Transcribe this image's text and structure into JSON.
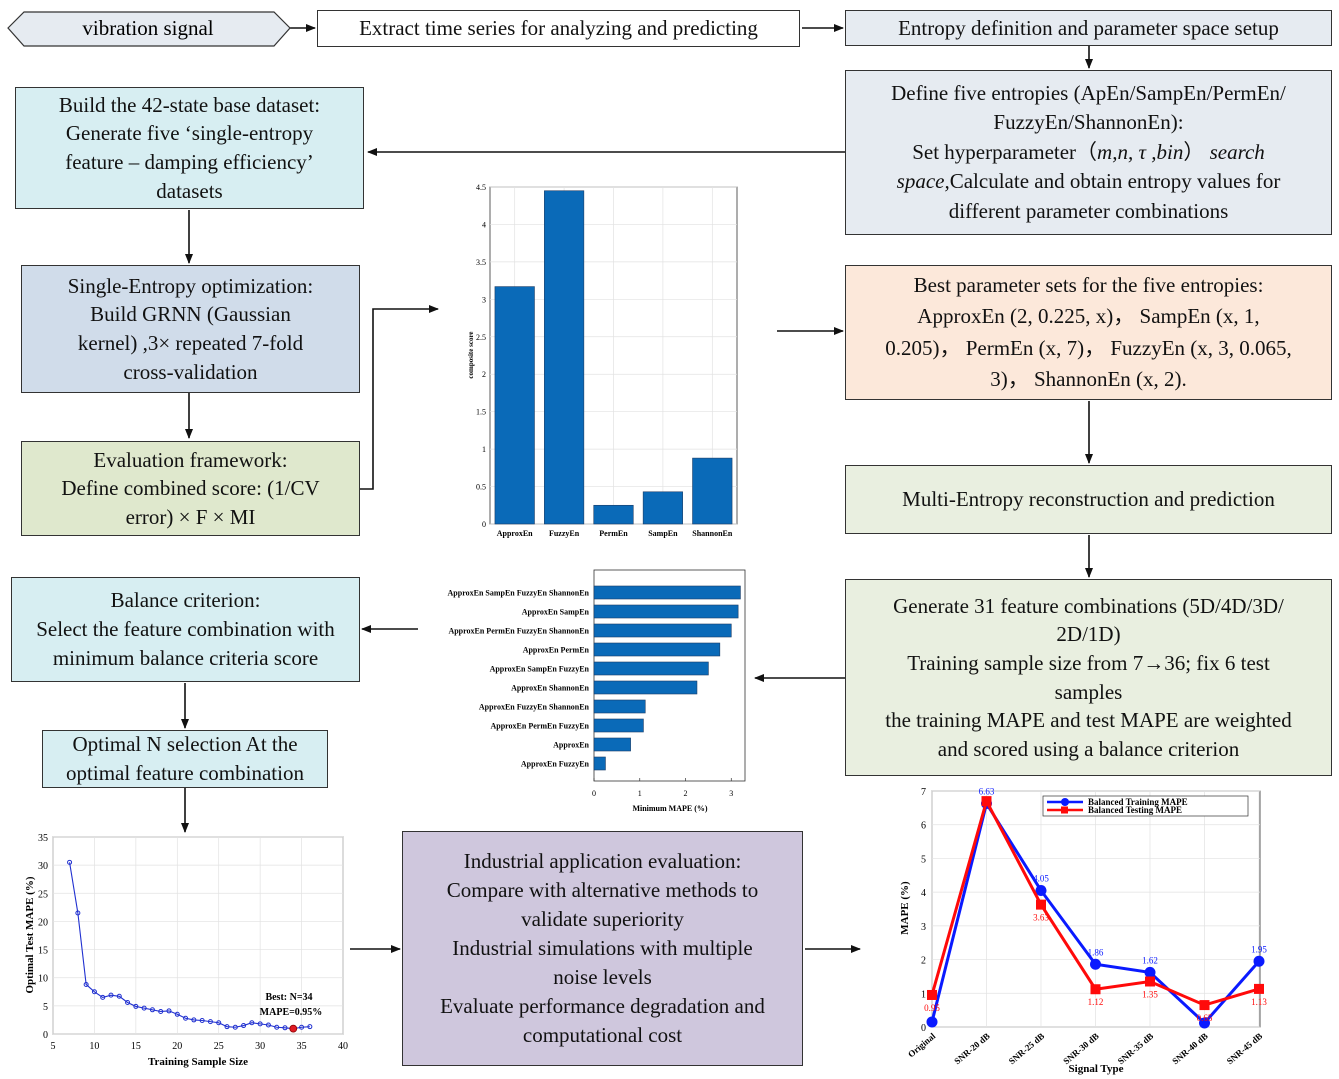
{
  "boxes": {
    "vibration": "vibration signal",
    "extract": "Extract time series for analyzing and predicting",
    "entropy_setup": "Entropy definition and parameter space setup",
    "define": [
      {
        "text": "Define five entropies (ApEn/SampEn/PermEn/"
      },
      {
        "text": "FuzzyEn/ShannonEn):"
      },
      {
        "pre": "Set hyperparameter（",
        "ital": "m,n, τ ,bin",
        "post": "） ",
        "ital2": "search"
      },
      {
        "ital": "space,",
        "post": "Calculate and obtain entropy values for"
      },
      {
        "text": "different parameter combinations"
      }
    ],
    "build": [
      "Build the 42-state base dataset:",
      "Generate five ‘single-entropy",
      "feature – damping efficiency’",
      "datasets"
    ],
    "single": [
      "Single-Entropy optimization:",
      "Build GRNN (Gaussian",
      "kernel) ,3× repeated 7-fold",
      "cross-validation"
    ],
    "evaluation": [
      "Evaluation framework:",
      "Define combined score: (1/CV",
      "error) × F × MI"
    ],
    "best_params": [
      "Best parameter sets for the five entropies:",
      "ApproxEn (2, 0.225, x)， SampEn (x, 1,",
      "0.205)， PermEn (x, 7)， FuzzyEn (x, 3, 0.065,",
      "3)， ShannonEn (x, 2)."
    ],
    "multi": "Multi-Entropy reconstruction and prediction",
    "generate": [
      "Generate 31 feature combinations (5D/4D/3D/",
      "2D/1D)",
      "Training sample size from 7→36; fix 6 test",
      "samples",
      "the training MAPE and test MAPE are weighted",
      "and scored using a balance criterion"
    ],
    "balance": [
      "Balance criterion:",
      "Select the feature combination with",
      "minimum balance criteria score"
    ],
    "optimal_n": [
      "Optimal N selection At the",
      "optimal feature combination"
    ],
    "industrial": [
      "Industrial application evaluation:",
      "Compare with alternative methods to",
      "validate superiority",
      "Industrial simulations with multiple",
      "noise levels",
      "Evaluate performance degradation and",
      "computational cost"
    ]
  },
  "colors": {
    "bar": "#0a6ab8",
    "line_blue": "#0a1aff",
    "line_red": "#ff0a0a",
    "curve_blue": "#2030d0",
    "best_point": "#e01b24"
  },
  "chart_data": [
    {
      "type": "bar",
      "categories": [
        "ApproxEn",
        "FuzzyEn",
        "PermEn",
        "SampEn",
        "ShannonEn"
      ],
      "values": [
        3.17,
        4.45,
        0.25,
        0.43,
        0.88
      ],
      "ylabel": "composite score",
      "ylim": [
        0,
        4.5
      ],
      "yticks": [
        "0",
        "0.5",
        "1",
        "1.5",
        "2",
        "2.5",
        "3",
        "3.5",
        "4",
        "4.5"
      ],
      "grid": true
    },
    {
      "type": "bar",
      "orientation": "horizontal",
      "categories": [
        "ApproxEn SampEn FuzzyEn ShannonEn",
        "ApproxEn SampEn",
        "ApproxEn PermEn FuzzyEn ShannonEn",
        "ApproxEn PermEn",
        "ApproxEn SampEn FuzzyEn",
        "ApproxEn ShannonEn",
        "ApproxEn FuzzyEn ShannonEn",
        "ApproxEn PermEn FuzzyEn",
        "ApproxEn",
        "ApproxEn FuzzyEn"
      ],
      "values": [
        3.2,
        3.15,
        3.0,
        2.75,
        2.5,
        2.25,
        1.12,
        1.08,
        0.8,
        0.25
      ],
      "xlabel": "Minimum MAPE (%)",
      "xlim": [
        0,
        3.3
      ],
      "xticks": [
        "0",
        "1",
        "2",
        "3"
      ]
    },
    {
      "type": "line",
      "x": [
        7,
        8,
        9,
        10,
        11,
        12,
        13,
        14,
        15,
        16,
        17,
        18,
        19,
        20,
        21,
        22,
        23,
        24,
        25,
        26,
        27,
        28,
        29,
        30,
        31,
        32,
        33,
        34,
        35,
        36
      ],
      "y": [
        30.5,
        21.5,
        8.8,
        7.5,
        6.5,
        6.9,
        6.7,
        5.6,
        4.9,
        4.6,
        4.3,
        4.0,
        4.1,
        3.5,
        2.8,
        2.5,
        2.4,
        2.2,
        2.0,
        1.3,
        1.2,
        1.5,
        2.0,
        1.8,
        1.6,
        1.2,
        1.1,
        0.95,
        1.2,
        1.3
      ],
      "xlabel": "Training Sample Size",
      "ylabel": "Optimal Test MAPE (%)",
      "xlim": [
        5,
        40
      ],
      "ylim": [
        0,
        35
      ],
      "xticks": [
        "5",
        "10",
        "15",
        "20",
        "25",
        "30",
        "35",
        "40"
      ],
      "yticks": [
        "0",
        "5",
        "10",
        "15",
        "20",
        "25",
        "30",
        "35"
      ],
      "best": {
        "x": 34,
        "y": 0.95
      },
      "annotation": [
        "Best: N=34",
        "MAPE=0.95%"
      ],
      "grid": true
    },
    {
      "type": "line",
      "categories": [
        "Original",
        "SNR-20 dB",
        "SNR-25 dB",
        "SNR-30 dB",
        "SNR-35 dB",
        "SNR-40 dB",
        "SNR-45 dB"
      ],
      "series": [
        {
          "name": "Balanced Training MAPE",
          "values": [
            0.15,
            6.63,
            4.05,
            1.86,
            1.62,
            0.12,
            1.95
          ],
          "labels": [
            "",
            "6.63",
            "4.05",
            "1.86",
            "1.62",
            "",
            "1.95"
          ]
        },
        {
          "name": "Balanced Testing MAPE",
          "values": [
            0.95,
            6.7,
            3.63,
            1.12,
            1.35,
            0.65,
            1.13
          ],
          "labels": [
            "0.95",
            "",
            "3.63",
            "1.12",
            "1.35",
            "0.65",
            "1.13"
          ]
        }
      ],
      "xlabel": "Signal Type",
      "ylabel": "MAPE (%)",
      "ylim": [
        0,
        7
      ],
      "yticks": [
        "0",
        "1",
        "2",
        "3",
        "4",
        "5",
        "6",
        "7"
      ],
      "legend": "top-right",
      "grid": true
    }
  ]
}
